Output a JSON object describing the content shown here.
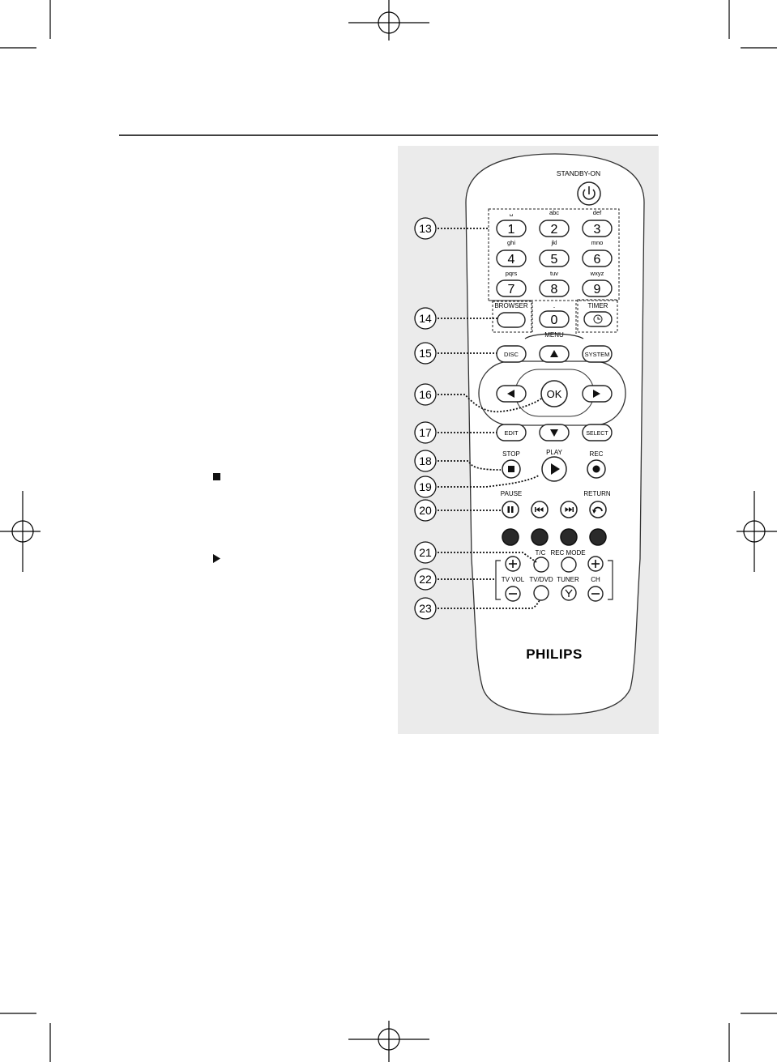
{
  "remote": {
    "standby_label": "STANDBY-ON",
    "brand": "PHILIPS",
    "keypad": [
      {
        "digit": "1",
        "letters": "␣"
      },
      {
        "digit": "2",
        "letters": "abc"
      },
      {
        "digit": "3",
        "letters": "def"
      },
      {
        "digit": "4",
        "letters": "ghi"
      },
      {
        "digit": "5",
        "letters": "jkl"
      },
      {
        "digit": "6",
        "letters": "mno"
      },
      {
        "digit": "7",
        "letters": "pqrs"
      },
      {
        "digit": "8",
        "letters": "tuv"
      },
      {
        "digit": "9",
        "letters": "wxyz"
      },
      {
        "digit": "0",
        "letters": "·"
      }
    ],
    "labels": {
      "browser": "BROWSER",
      "timer": "TIMER",
      "menu": "MENU",
      "disc": "DISC",
      "system": "SYSTEM",
      "ok": "OK",
      "edit": "EDIT",
      "select": "SELECT",
      "stop": "STOP",
      "play": "PLAY",
      "rec": "REC",
      "pause": "PAUSE",
      "return": "RETURN",
      "tc": "T/C",
      "rec_mode": "REC MODE",
      "tv_vol": "TV VOL",
      "tv_dvd": "TV/DVD",
      "tuner": "TUNER",
      "ch": "CH"
    },
    "callouts": [
      "13",
      "14",
      "15",
      "16",
      "17",
      "18",
      "19",
      "20",
      "21",
      "22",
      "23"
    ]
  },
  "icons": {
    "stop_inline": "stop-square-icon",
    "play_inline": "play-triangle-icon"
  }
}
